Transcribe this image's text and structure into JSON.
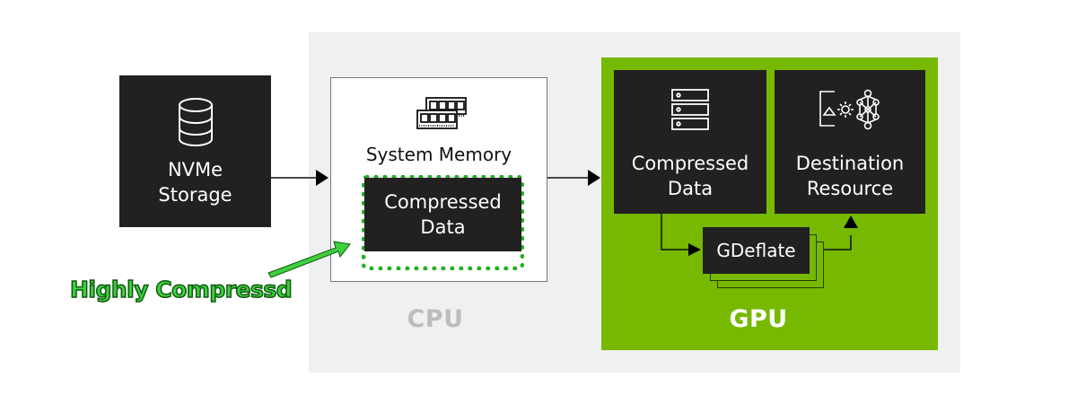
{
  "nvme": {
    "label_line1": "NVMe",
    "label_line2": "Storage",
    "icon": "database-icon"
  },
  "system_memory": {
    "title": "System Memory",
    "icon": "ram-modules-icon",
    "compressed_data": {
      "line1": "Compressed",
      "line2": "Data"
    }
  },
  "gpu": {
    "compressed_data": {
      "line1": "Compressed",
      "line2": "Data",
      "icon": "server-stack-icon"
    },
    "destination": {
      "line1": "Destination",
      "line2": "Resource",
      "icon": "image-gear-network-icon"
    },
    "gdeflate": "GDeflate"
  },
  "regions": {
    "cpu": "CPU",
    "gpu": "GPU"
  },
  "annotation": {
    "text": "Highly Compressd",
    "color": "#3fcf3f"
  },
  "colors": {
    "nvidia_green": "#76b900",
    "dark_box": "#222021",
    "panel_gray": "#eff0f0"
  }
}
